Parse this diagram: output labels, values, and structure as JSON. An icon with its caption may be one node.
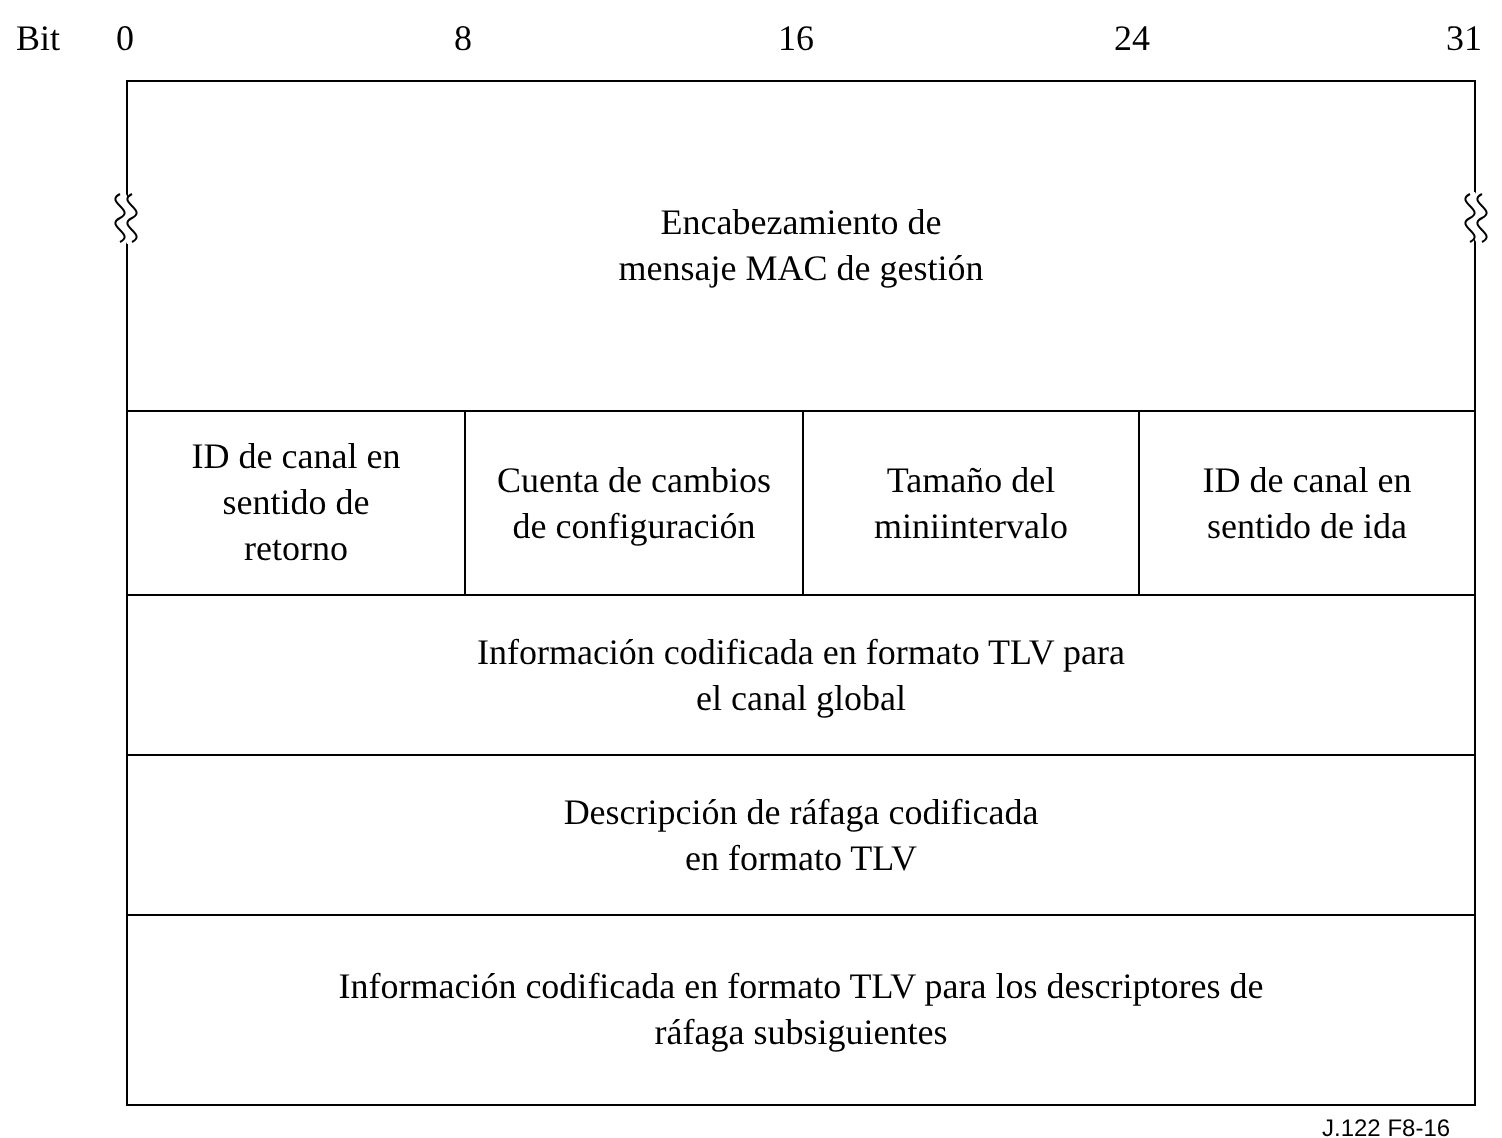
{
  "diagram": {
    "nodes": [
      {
        "text": [
          "Encabezamiento de mensaje MAC de gestión"
        ]
      },
      {
        "text": [
          "ID de canal en sentido de retorno"
        ]
      },
      {
        "text": [
          "Cuenta de cambios de configuración"
        ]
      },
      {
        "text": [
          "Tamaño del miniintervalo"
        ]
      },
      {
        "text": [
          "ID de canal en sentido de ida"
        ]
      },
      {
        "text": [
          "Información codificada en formato TLV para el canal global"
        ]
      },
      {
        "text": [
          "Descripción de ráfaga codificada en formato TLV"
        ]
      },
      {
        "text": [
          "Información codificada en formato TLV para los descriptores de ráfaga subsiguientes"
        ]
      }
    ],
    "edges": [],
    "labels": [
      "Bit",
      "0",
      "8",
      "16",
      "24",
      "31",
      "J.122 F8-16"
    ]
  }
}
